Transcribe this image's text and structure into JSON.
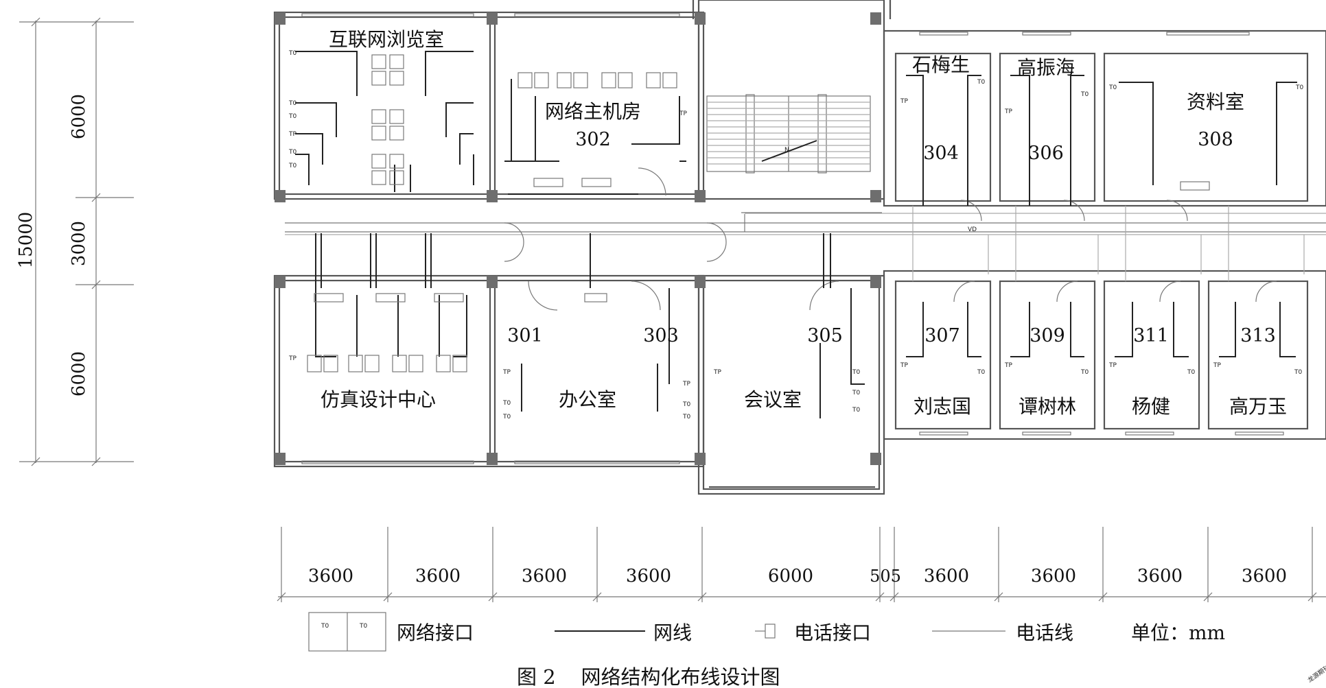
{
  "rooms": {
    "internet": "互联网浏览室",
    "server_name": "网络主机房",
    "server_num": "302",
    "sim": "仿真设计中心",
    "office": "办公室",
    "meeting": "会议室",
    "shi": "石梅生",
    "gao": "高振海",
    "ziliao": "资料室",
    "r304": "304",
    "r306": "306",
    "r308": "308",
    "r301": "301",
    "r303": "303",
    "r305": "305",
    "r307": "307",
    "r309": "309",
    "r311": "311",
    "r313": "313",
    "liu": "刘志国",
    "tan": "谭树林",
    "yang": "杨健",
    "gaowan": "高万玉"
  },
  "vertical_dims": {
    "total": "15000",
    "top": "6000",
    "mid": "3000",
    "bottom": "6000"
  },
  "horizontal_dims": [
    "3600",
    "3600",
    "3600",
    "3600",
    "6000",
    "505",
    "3600",
    "3600",
    "3600",
    "3600"
  ],
  "legend": {
    "net_port_symbol": "T0",
    "net_port": "网络接口",
    "net_line": "网线",
    "phone_port": "电话接口",
    "phone_line": "电话线",
    "unit": "单位：mm"
  },
  "labels": {
    "tp": "TP",
    "to": "T0",
    "vd": "VD",
    "n": "N"
  },
  "caption": "图 2    网络结构化布线设计图",
  "watermark": "龙源期刊网"
}
